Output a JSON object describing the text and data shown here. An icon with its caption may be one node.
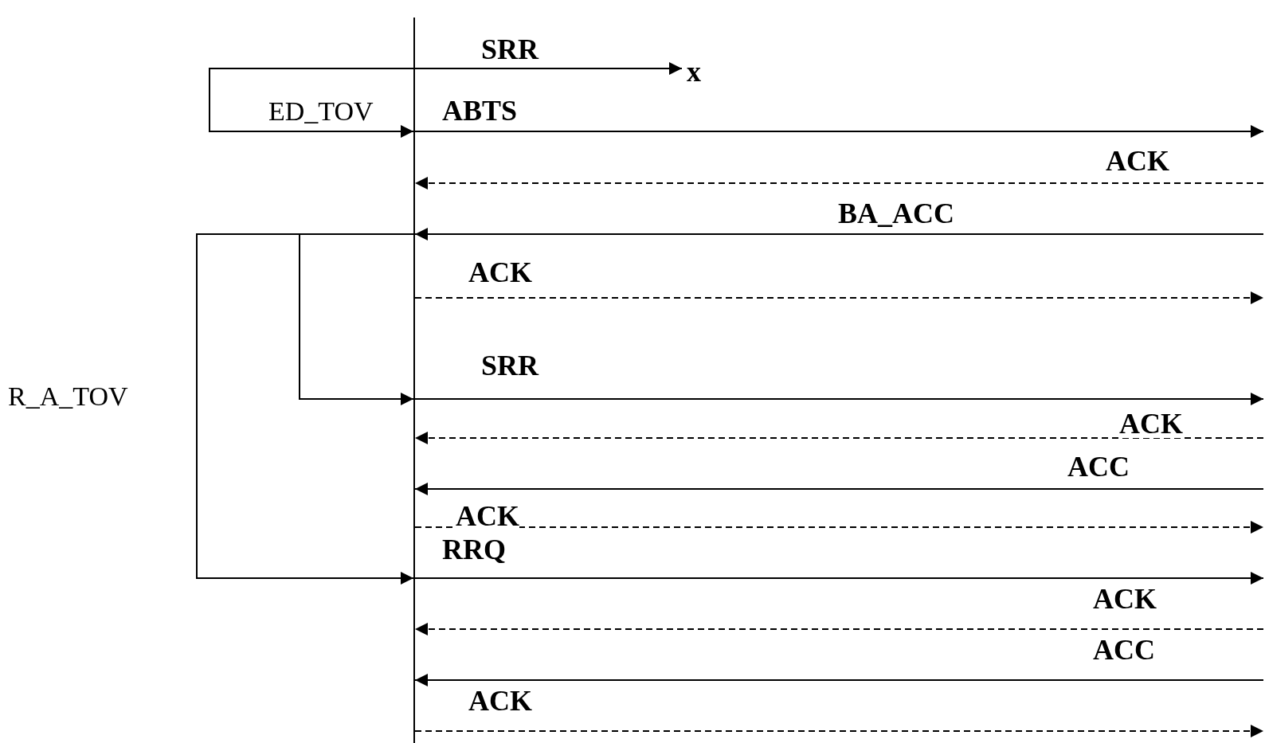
{
  "diagram": {
    "nodes": [
      {
        "text": [],
        "shape": "bar"
      },
      {
        "text": [
          "x"
        ]
      }
    ],
    "edges": [
      {
        "from": 0,
        "to": 1,
        "arrow": "to",
        "label": "SRR"
      },
      {
        "from": 0,
        "to": null,
        "arrow": "to",
        "label": "ABTS"
      },
      {
        "from": null,
        "to": 0,
        "arrow": "to",
        "label": "ACK",
        "style": "dashed"
      },
      {
        "from": null,
        "to": 0,
        "arrow": "to",
        "label": "BA_ACC"
      },
      {
        "from": 0,
        "to": null,
        "arrow": "to",
        "label": "ACK",
        "style": "dashed"
      },
      {
        "from": 0,
        "to": null,
        "arrow": "to",
        "label": "SRR"
      },
      {
        "from": null,
        "to": 0,
        "arrow": "to",
        "label": "ACK",
        "style": "dashed"
      },
      {
        "from": null,
        "to": 0,
        "arrow": "to",
        "label": "ACC"
      },
      {
        "from": 0,
        "to": null,
        "arrow": "to",
        "label": "ACK",
        "style": "dashed"
      },
      {
        "from": 0,
        "to": null,
        "arrow": "to",
        "label": "RRQ"
      },
      {
        "from": null,
        "to": 0,
        "arrow": "to",
        "label": "ACK",
        "style": "dashed"
      },
      {
        "from": null,
        "to": 0,
        "arrow": "to",
        "label": "ACC"
      },
      {
        "from": 0,
        "to": null,
        "arrow": "to",
        "label": "ACK",
        "style": "dashed"
      },
      {
        "from": 0,
        "to": 0,
        "arrow": "to"
      },
      {
        "from": 0,
        "to": 0,
        "arrow": "to"
      },
      {
        "from": 0,
        "to": 0,
        "arrow": "to"
      }
    ],
    "labels": [
      "ED_TOV",
      "R_A_TOV"
    ]
  }
}
